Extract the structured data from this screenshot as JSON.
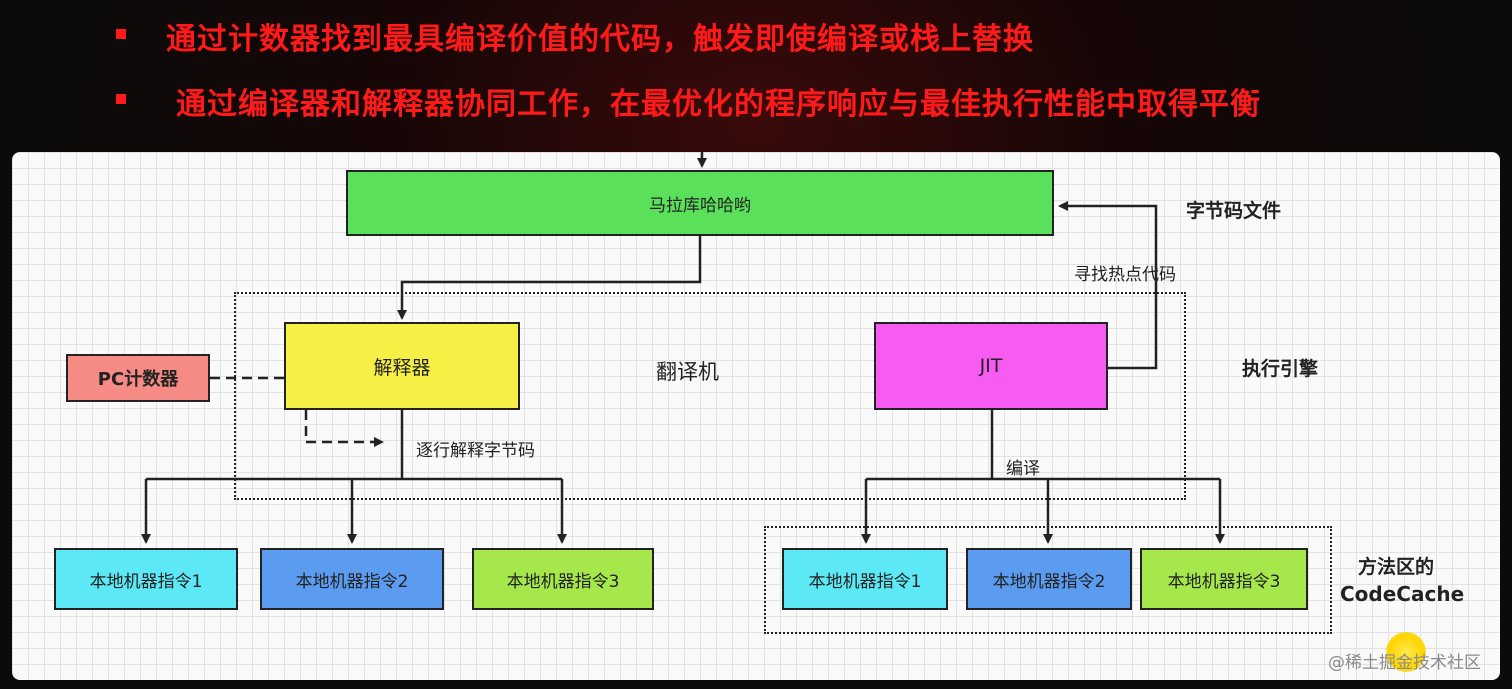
{
  "bullets": [
    "通过计数器找到最具编译价值的代码，触发即使编译或栈上替换",
    "通过编译器和解释器协同工作，在最优化的程序响应与最佳执行性能中取得平衡"
  ],
  "diagram": {
    "top_box": "马拉库哈哈哟",
    "bytecode_file_label": "字节码文件",
    "find_hotspot_label": "寻找热点代码",
    "interpreter": "解释器",
    "translator_label": "翻译机",
    "jit": "JIT",
    "execution_engine_label": "执行引擎",
    "pc_counter": "PC计数器",
    "interpret_line_label": "逐行解释字节码",
    "compile_label": "编译",
    "native_left": [
      "本地机器指令1",
      "本地机器指令2",
      "本地机器指令3"
    ],
    "native_right": [
      "本地机器指令1",
      "本地机器指令2",
      "本地机器指令3"
    ],
    "method_area_label": "方法区的",
    "codecache_label": "CodeCache"
  },
  "watermark": "@稀土掘金技术社区",
  "colors": {
    "bullet_red": "#ff1a1a",
    "top_box": "#5ae05a",
    "interpreter": "#f6f046",
    "jit": "#f75cf2",
    "pc_counter": "#f58b84",
    "native_cyan": "#5ce8f5",
    "native_blue": "#5b9cf0",
    "native_green": "#a6e84c"
  }
}
